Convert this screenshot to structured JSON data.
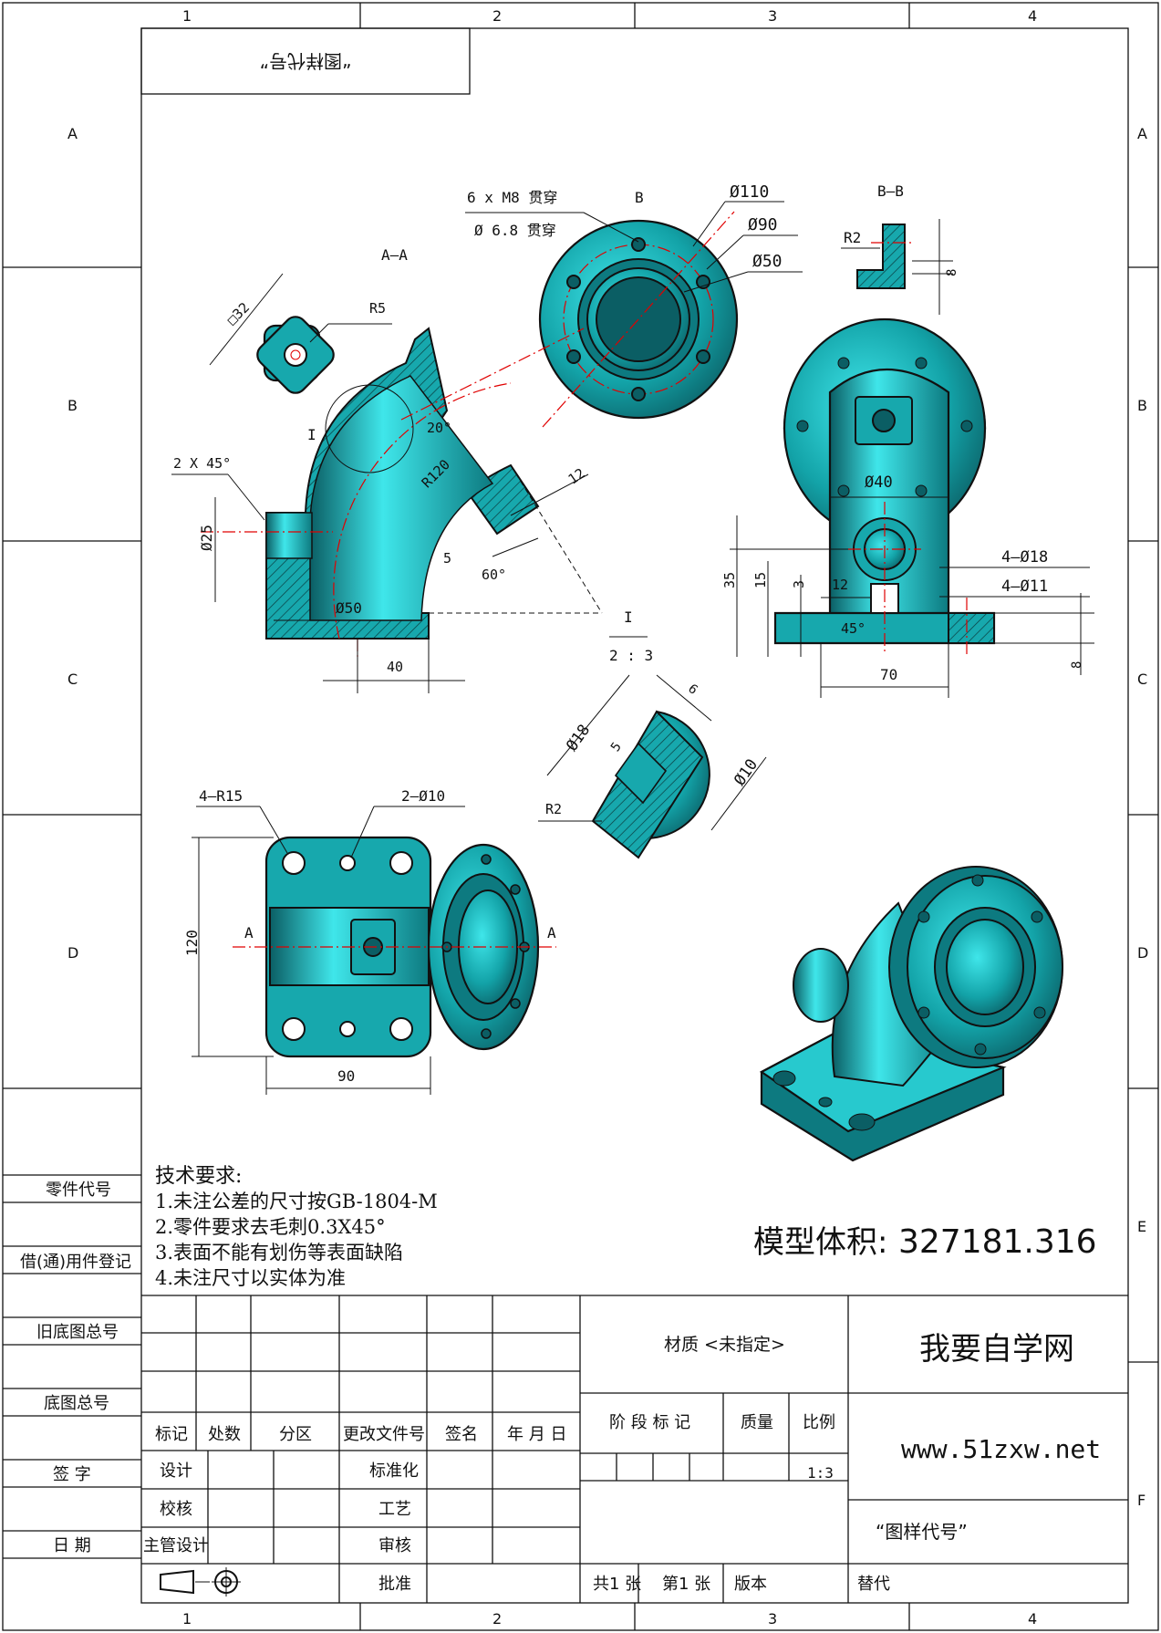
{
  "border": {
    "columns": [
      "1",
      "2",
      "3",
      "4"
    ],
    "rows": [
      "A",
      "B",
      "C",
      "D",
      "E",
      "F"
    ]
  },
  "drawing_code_box": "“图样代号”",
  "views": {
    "section_aa": "A—A",
    "section_bb": "B—B",
    "detail_label": "I",
    "detail_scale": "2 : 3",
    "section_mark_a": "A",
    "section_mark_b": "B"
  },
  "dimensions": {
    "square": "□32",
    "r5": "R5",
    "chamfer": "2 X 45°",
    "d25": "Ø25",
    "d50": "Ø50",
    "len40": "40",
    "r120": "R120",
    "ang20": "20°",
    "ang60": "60°",
    "w5": "5",
    "w12": "12",
    "holes_m8": "6 x  M8  贯穿",
    "holes_drill": "Ø  6.8  贯穿",
    "d110": "Ø110",
    "d90": "Ø90",
    "d50b": "Ø50",
    "r2": "R2",
    "h8": "8",
    "d40": "Ø40",
    "h35": "35",
    "h15": "15",
    "h3": "3",
    "w12b": "12",
    "ang45": "45°",
    "w70": "70",
    "h8b": "8",
    "d18x4": "4—Ø18",
    "d11x4": "4—Ø11",
    "d18": "Ø18",
    "w5b": "5",
    "w6": "6",
    "d10": "Ø10",
    "r2b": "R2",
    "r15x4": "4—R15",
    "d10x2": "2—Ø10",
    "h120": "120",
    "w90": "90"
  },
  "tech_requirements": {
    "title": "技术要求:",
    "items": [
      "1.未注公差的尺寸按GB-1804-M",
      "2.零件要求去毛刺0.3X45°",
      "3.表面不能有划伤等表面缺陷",
      "4.未注尺寸以实体为准"
    ]
  },
  "volume": {
    "label": "模型体积:",
    "value": "327181.316"
  },
  "side_labels": [
    "零件代号",
    "借(通)用件登记",
    "旧底图总号",
    "底图总号",
    "签  字",
    "日  期"
  ],
  "title_block": {
    "rev_headers": [
      "标记",
      "处数",
      "分区",
      "更改文件号",
      "签名",
      "年 月 日"
    ],
    "roles": [
      "设计",
      "校核",
      "主管设计"
    ],
    "approvals": [
      "标准化",
      "工艺",
      "审核",
      "批准"
    ],
    "material": "材质 <未指定>",
    "company": "我要自学网",
    "stage_mark": "阶 段 标 记",
    "mass": "质量",
    "scale_label": "比例",
    "scale_value": "1:3",
    "website": "www.51zxw.net",
    "drawing_code": "“图样代号”",
    "sheets_total": "共1 张",
    "sheet_no": "第1 张",
    "version": "版本",
    "replace": "替代"
  }
}
